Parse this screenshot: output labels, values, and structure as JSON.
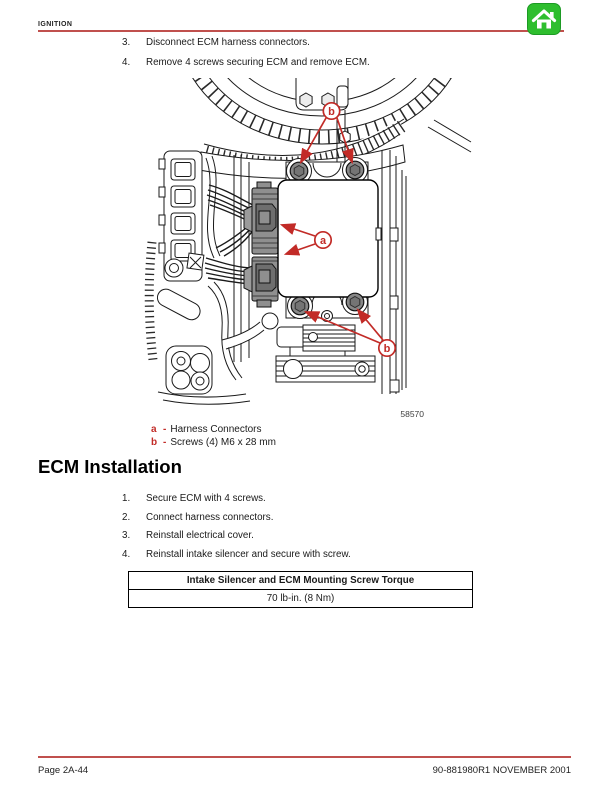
{
  "header": {
    "section": "IGNITION"
  },
  "home": {
    "label": "home"
  },
  "steps_removal": [
    {
      "num": "3.",
      "text": "Disconnect ECM harness connectors."
    },
    {
      "num": "4.",
      "text": "Remove 4 screws securing ECM and remove ECM."
    }
  ],
  "figure": {
    "number": "58570",
    "callout_a": "a",
    "callout_b": "b",
    "legend": [
      {
        "key": "a",
        "dash": "-",
        "text": "Harness Connectors"
      },
      {
        "key": "b",
        "dash": "-",
        "text": "Screws (4) M6 x 28 mm"
      }
    ]
  },
  "installation": {
    "heading": "ECM Installation",
    "steps": [
      {
        "num": "1.",
        "text": "Secure ECM with 4 screws."
      },
      {
        "num": "2.",
        "text": "Connect harness connectors."
      },
      {
        "num": "3.",
        "text": "Reinstall electrical cover."
      },
      {
        "num": "4.",
        "text": "Reinstall intake silencer and secure with screw."
      }
    ]
  },
  "torque_table": {
    "header": "Intake Silencer and ECM Mounting Screw Torque",
    "value": "70 lb-in. (8 Nm)"
  },
  "footer": {
    "left": "Page 2A-44",
    "right": "90-881980R1 NOVEMBER 2001"
  },
  "colors": {
    "accent_red": "#c22b27",
    "rule_red": "#c0504d",
    "home_green": "#2ebe2e",
    "screw_gray": "#878787"
  }
}
